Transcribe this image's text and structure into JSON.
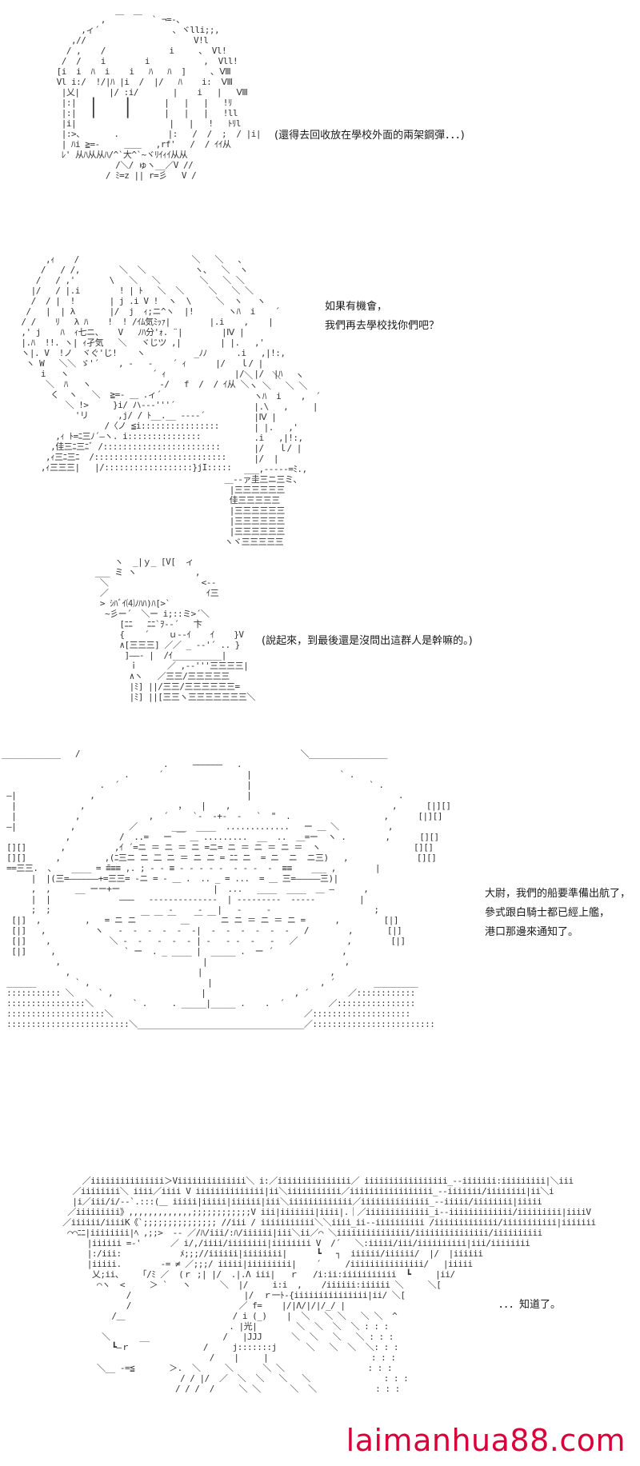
{
  "panels": [
    {
      "caption": [
        "(還得去回收放在學校外面的兩架鋼彈．．．)"
      ]
    },
    {
      "caption": [
        "如果有機會，",
        "我們再去學校找你們吧？"
      ]
    },
    {
      "caption": [
        "(說起來，到最後還是沒問出這群人是幹嘛的。)"
      ]
    },
    {
      "caption": [
        "大尉，我們的船要準備出航了，",
        "參式跟白騎士都已經上艦，",
        "港口那邊來通知了。"
      ]
    },
    {
      "caption": [
        "．．．知道了。"
      ]
    }
  ],
  "watermark": "laimanhua88.com"
}
